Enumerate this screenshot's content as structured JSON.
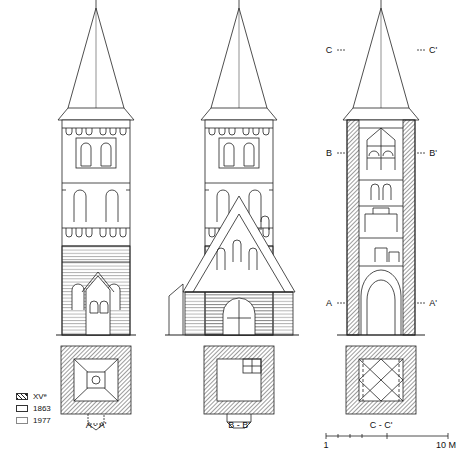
{
  "diagram": {
    "labels": [
      "C",
      "C'",
      "B",
      "B'",
      "A",
      "A'",
      "A - A'",
      "B - B'",
      "C - C'",
      "1",
      "10 M"
    ],
    "legend": [
      {
        "text": "XVᵉ"
      },
      {
        "text": "1863",
        "color": "#ffffff"
      },
      {
        "text": "1977",
        "color": "#ffffff"
      }
    ]
  }
}
